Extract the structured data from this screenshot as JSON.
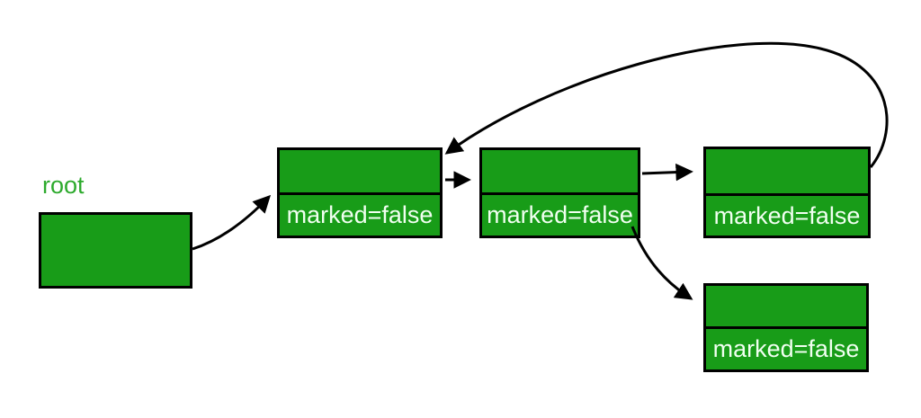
{
  "diagram": {
    "root_label": "root",
    "node_field_caption": "marked=false",
    "nodes": [
      {
        "name": "root-box",
        "label": ""
      },
      {
        "name": "node-1",
        "marked_label": "marked=false"
      },
      {
        "name": "node-2",
        "marked_label": "marked=false"
      },
      {
        "name": "node-3",
        "marked_label": "marked=false"
      },
      {
        "name": "node-4",
        "marked_label": "marked=false"
      }
    ],
    "edges": [
      {
        "from": "root-box",
        "to": "node-1"
      },
      {
        "from": "node-1",
        "to": "node-2"
      },
      {
        "from": "node-2",
        "to": "node-3"
      },
      {
        "from": "node-2",
        "to": "node-4"
      },
      {
        "from": "node-3",
        "to": "node-1"
      }
    ],
    "colors": {
      "node_fill": "#189C18",
      "node_border": "#000000",
      "node_text": "#F0FFF0",
      "root_label": "#2DAA2D",
      "arrow": "#000000",
      "background": "#FFFFFF"
    }
  }
}
